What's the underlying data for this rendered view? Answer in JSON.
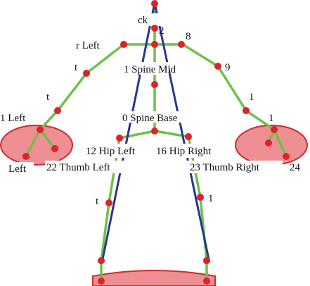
{
  "labels": {
    "neck": "ck",
    "neck_index": "2",
    "shoulder_left": "r Left",
    "shoulder_right_index": "8",
    "spine_mid": "1 Spine Mid",
    "elbow_left": "t",
    "elbow_right_index": "9",
    "wrist_left": "t",
    "wrist_right_index": "1",
    "hand_left": "1 Left",
    "hand_right_index": "1",
    "spine_base": "0 Spine Base",
    "hip_left": "12 Hip Left",
    "hip_right": "16 Hip Right",
    "handtip_left": "Left",
    "thumb_left": "22 Thumb Left",
    "thumb_right": "23 Thumb Right",
    "handtip_right_index": "24",
    "knee_left": "t",
    "knee_right_index": "1"
  },
  "colors": {
    "bone": "#6cc24a",
    "joint": "#e0202a",
    "axis_line": "#2a3590",
    "ellipse_fill": "#ea7b80",
    "ellipse_stroke": "#d02a30"
  }
}
